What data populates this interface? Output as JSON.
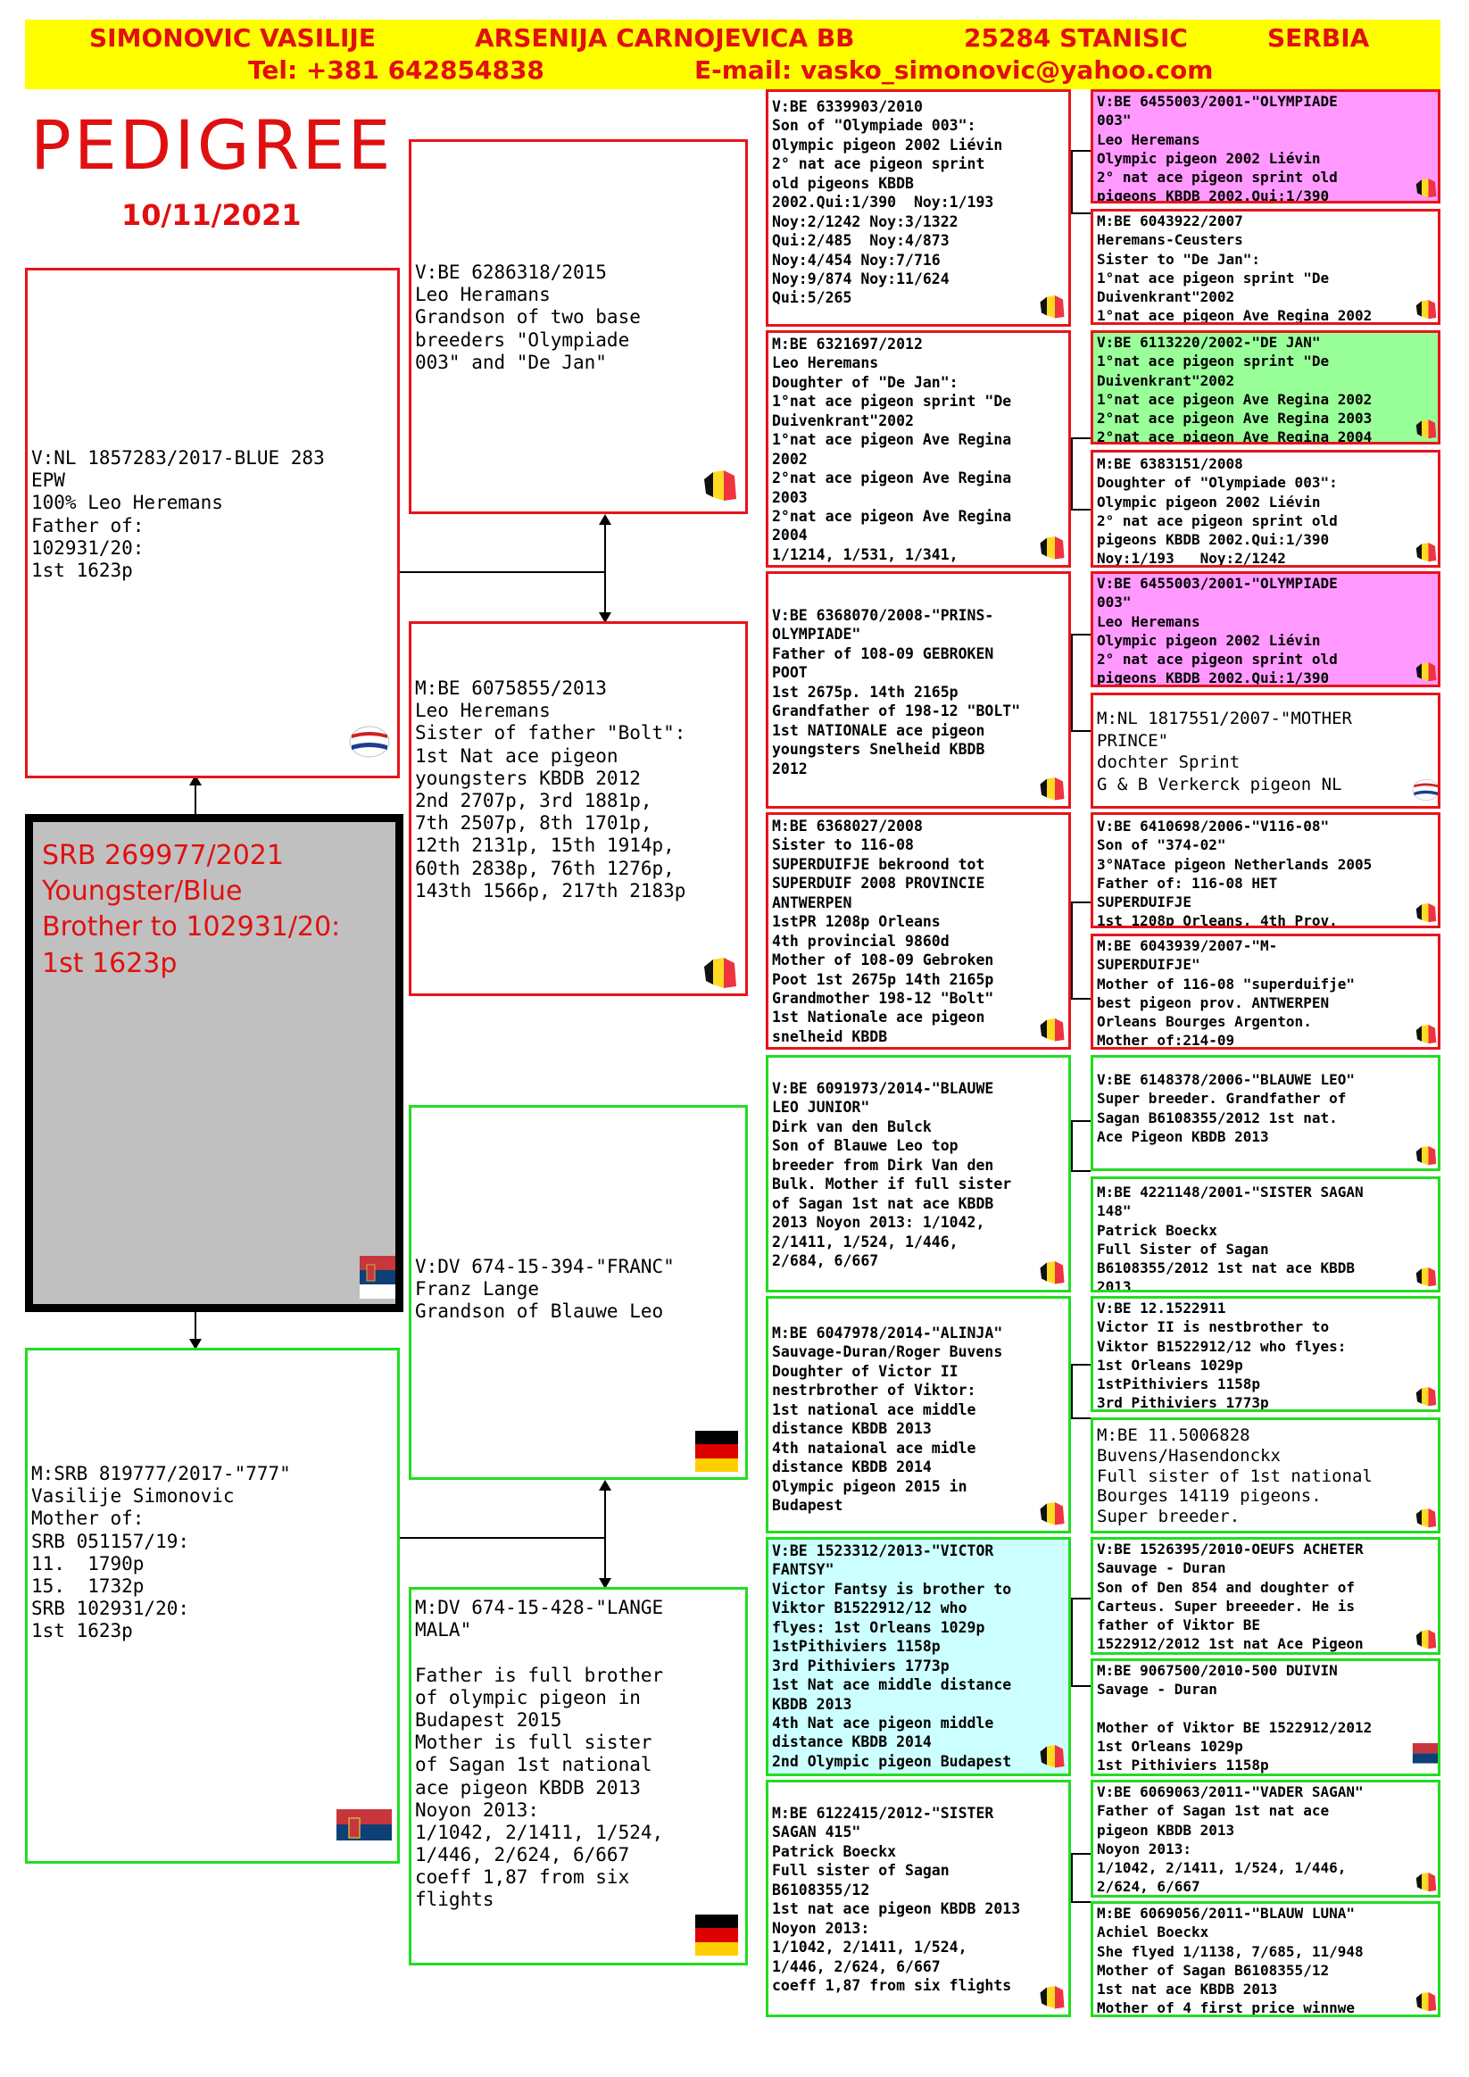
{
  "header": {
    "name": "SIMONOVIC VASILIJE",
    "street": "ARSENIJA CARNOJEVICA  BB",
    "city": "25284  STANISIC",
    "country": "SERBIA",
    "phone": "Tel: +381 642854838",
    "email": "E-mail: vasko_simonovic@yahoo.com"
  },
  "title": "PEDIGREE",
  "date": "10/11/2021",
  "colors": {
    "red": "#e8141b",
    "green": "#22dd22",
    "header_bg": "#ffff00",
    "pink": "#ff99ff",
    "light_green": "#99ff99",
    "cyan": "#ccffff",
    "subject_bg": "#c0c0c0"
  },
  "subject": "SRB 269977/2021\nYoungster/Blue\nBrother to 102931/20:\n1st 1623p",
  "gen1": {
    "father": "V:NL 1857283/2017-BLUE 283\nEPW\n100% Leo Heremans\nFather of:\n102931/20:\n1st 1623p",
    "mother": "M:SRB 819777/2017-\"777\"\nVasilije Simonovic\nMother of:\nSRB 051157/19:\n11.  1790p\n15.  1732p\nSRB 102931/20:\n1st 1623p"
  },
  "gen2": {
    "ff": "V:BE 6286318/2015\nLeo Heramans\nGrandson of two base\nbreeders \"Olympiade\n003\" and \"De Jan\"",
    "fm": "M:BE 6075855/2013\nLeo Heremans\nSister of father \"Bolt\":\n1st Nat ace pigeon\nyoungsters KBDB 2012\n2nd 2707p, 3rd 1881p,\n7th 2507p, 8th 1701p,\n12th 2131p, 15th 1914p,\n60th 2838p, 76th 1276p,\n143th 1566p, 217th 2183p",
    "mf": "V:DV 674-15-394-\"FRANC\"\nFranz Lange\nGrandson of Blauwe Leo",
    "mm": "M:DV 674-15-428-\"LANGE\nMALA\"\n\nFather is full brother\nof olympic pigeon in\nBudapest 2015\nMother is full sister\nof Sagan 1st national\nace pigeon KBDB 2013\nNoyon 2013:\n1/1042, 2/1411, 1/524,\n1/446, 2/624, 6/667\ncoeff 1,87 from six\nflights"
  },
  "gen3": [
    "V:BE 6339903/2010\nSon of \"Olympiade 003\":\nOlympic pigeon 2002 Liévin\n2° nat ace pigeon sprint\nold pigeons KBDB\n2002.Qui:1/390  Noy:1/193\nNoy:2/1242 Noy:3/1322\nQui:2/485  Noy:4/873\nNoy:4/454 Noy:7/716\nNoy:9/874 Noy:11/624\nQui:5/265",
    "M:BE 6321697/2012\nLeo Heremans\nDoughter of \"De Jan\":\n1°nat ace pigeon sprint \"De\nDuivenkrant\"2002\n1°nat ace pigeon Ave Regina\n2002\n2°nat ace pigeon Ave Regina\n2003\n2°nat ace pigeon Ave Regina\n2004\n1/1214, 1/531, 1/341,",
    "V:BE 6368070/2008-\"PRINS-\nOLYMPIADE\"\nFather of 108-09 GEBROKEN\nPOOT\n1st 2675p. 14th 2165p\nGrandfather of 198-12 \"BOLT\"\n1st NATIONALE ace pigeon\nyoungsters Snelheid KBDB\n2012",
    "M:BE 6368027/2008\nSister to 116-08\nSUPERDUIFJE bekroond tot\nSUPERDUIF 2008 PROVINCIE\nANTWERPEN\n1stPR 1208p Orleans\n4th provincial 9860d\nMother of 108-09 Gebroken\nPoot 1st 2675p 14th 2165p\nGrandmother 198-12 \"Bolt\"\n1st Nationale ace pigeon\nsnelheid KBDB",
    "V:BE 6091973/2014-\"BLAUWE\nLEO JUNIOR\"\nDirk van den Bulck\nSon of Blauwe Leo top\nbreeder from Dirk Van den\nBulk. Mother if full sister\nof Sagan 1st nat ace KBDB\n2013 Noyon 2013: 1/1042,\n2/1411, 1/524, 1/446,\n2/684, 6/667",
    "M:BE 6047978/2014-\"ALINJA\"\nSauvage-Duran/Roger Buvens\nDoughter of Victor II\nnestrbrother of Viktor:\n1st national ace middle\ndistance KBDB 2013\n4th nataional ace midle\ndistance KBDB 2014\nOlympic pigeon 2015 in\nBudapest",
    "V:BE 1523312/2013-\"VICTOR\nFANTSY\"\nVictor Fantsy is brother to\nViktor B1522912/12 who\nflyes: 1st Orleans 1029p\n1stPithiviers 1158p\n3rd Pithiviers 1773p\n1st Nat ace middle distance\nKBDB 2013\n4th Nat ace pigeon middle\ndistance KBDB 2014\n2nd Olympic pigeon Budapest",
    "M:BE 6122415/2012-\"SISTER\nSAGAN 415\"\nPatrick Boeckx\nFull sister of Sagan\nB6108355/12\n1st nat ace pigeon KBDB 2013\nNoyon 2013:\n1/1042, 2/1411, 1/524,\n1/446, 2/624, 6/667\ncoeff 1,87 from six flights"
  ],
  "gen4": [
    "V:BE 6455003/2001-\"OLYMPIADE\n003\"\nLeo Heremans\nOlympic pigeon 2002 Liévin\n2° nat ace pigeon sprint old\npigeons KBDB 2002.Qui:1/390",
    "M:BE 6043922/2007\nHeremans-Ceusters\nSister to \"De Jan\":\n1°nat ace pigeon sprint \"De\nDuivenkrant\"2002\n1°nat ace pigeon Ave Regina 2002",
    "V:BE 6113220/2002-\"DE JAN\"\n1°nat ace pigeon sprint \"De\nDuivenkrant\"2002\n1°nat ace pigeon Ave Regina 2002\n2°nat ace pigeon Ave Regina 2003\n2°nat ace pigeon Ave Regina 2004",
    "M:BE 6383151/2008\nDoughter of \"Olympiade 003\":\nOlympic pigeon 2002 Liévin\n2° nat ace pigeon sprint old\npigeons KBDB 2002.Qui:1/390\nNoy:1/193   Noy:2/1242",
    "V:BE 6455003/2001-\"OLYMPIADE\n003\"\nLeo Heremans\nOlympic pigeon 2002 Liévin\n2° nat ace pigeon sprint old\npigeons KBDB 2002.Qui:1/390",
    "M:NL 1817551/2007-\"MOTHER\nPRINCE\"\ndochter Sprint\nG & B Verkerck pigeon NL",
    "V:BE 6410698/2006-\"V116-08\"\nSon of \"374-02\"\n3°NATace pigeon Netherlands 2005\nFather of: 116-08 HET\nSUPERDUIFJE\n1st 1208p Orleans, 4th Prov.",
    "M:BE 6043939/2007-\"M-\nSUPERDUIFJE\"\nMother of 116-08 \"superduifje\"\nbest pigeon prov. ANTWERPEN\nOrleans Bourges Argenton.\nMother of:214-09",
    "V:BE 6148378/2006-\"BLAUWE LEO\"\nSuper breeder. Grandfather of\nSagan B6108355/2012 1st nat.\nAce Pigeon KBDB 2013",
    "M:BE 4221148/2001-\"SISTER SAGAN\n148\"\nPatrick Boeckx\nFull Sister of Sagan\nB6108355/2012 1st nat ace KBDB\n2013",
    "V:BE 12.1522911\nVictor II is nestbrother to\nViktor B1522912/12 who flyes:\n1st Orleans 1029p\n1stPithiviers 1158p\n3rd Pithiviers 1773p",
    "M:BE 11.5006828\nBuvens/Hasendonckx\nFull sister of 1st national\nBourges 14119 pigeons.\nSuper breeder.",
    "V:BE 1526395/2010-OEUFS ACHETER\nSauvage - Duran\nSon of Den 854 and doughter of\nCarteus. Super breeeder. He is\nfather of Viktor BE\n1522912/2012 1st nat Ace Pigeon",
    "M:BE 9067500/2010-500 DUIVIN\nSavage - Duran\n\nMother of Viktor BE 1522912/2012\n1st Orleans 1029p\n1st Pithiviers 1158p",
    "V:BE 6069063/2011-\"VADER SAGAN\"\nFather of Sagan 1st nat ace\npigeon KBDB 2013\nNoyon 2013:\n1/1042, 2/1411, 1/524, 1/446,\n2/624, 6/667",
    "M:BE 6069056/2011-\"BLAUW LUNA\"\nAchiel Boeckx\nShe flyed 1/1138, 7/685, 11/948\nMother of Sagan B6108355/12\n1st nat ace KBDB 2013\nMother of 4 first price winnwe"
  ]
}
